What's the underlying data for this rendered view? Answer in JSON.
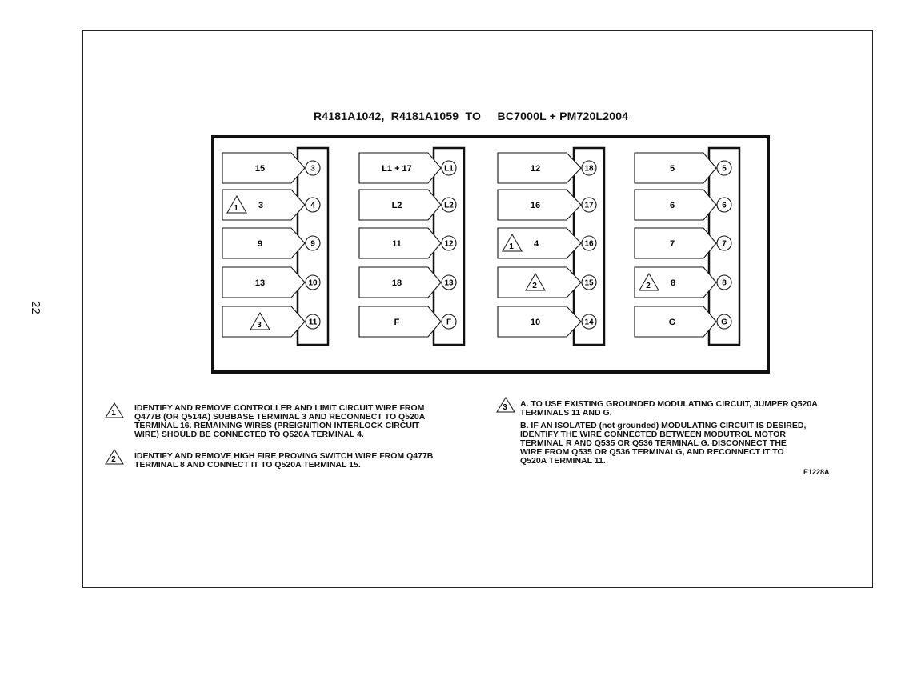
{
  "page_number": "22",
  "title": "R4181A1042,  R4181A1059  TO     BC7000L + PM720L2004",
  "columns": [
    {
      "rows": [
        {
          "tag": "15",
          "sym": "",
          "terminal": "3"
        },
        {
          "tag": "3",
          "sym": "1",
          "terminal": "4"
        },
        {
          "tag": "9",
          "sym": "",
          "terminal": "9"
        },
        {
          "tag": "13",
          "sym": "",
          "terminal": "10"
        },
        {
          "tag": "",
          "sym": "3",
          "terminal": "11"
        }
      ]
    },
    {
      "rows": [
        {
          "tag": "L1 + 17",
          "sym": "",
          "terminal": "L1"
        },
        {
          "tag": "L2",
          "sym": "",
          "terminal": "L2"
        },
        {
          "tag": "11",
          "sym": "",
          "terminal": "12"
        },
        {
          "tag": "18",
          "sym": "",
          "terminal": "13"
        },
        {
          "tag": "F",
          "sym": "",
          "terminal": "F"
        }
      ]
    },
    {
      "rows": [
        {
          "tag": "12",
          "sym": "",
          "terminal": "18"
        },
        {
          "tag": "16",
          "sym": "",
          "terminal": "17"
        },
        {
          "tag": "4",
          "sym": "1",
          "terminal": "16"
        },
        {
          "tag": "",
          "sym": "2",
          "terminal": "15"
        },
        {
          "tag": "10",
          "sym": "",
          "terminal": "14"
        }
      ]
    },
    {
      "rows": [
        {
          "tag": "5",
          "sym": "",
          "terminal": "5"
        },
        {
          "tag": "6",
          "sym": "",
          "terminal": "6"
        },
        {
          "tag": "7",
          "sym": "",
          "terminal": "7"
        },
        {
          "tag": "8",
          "sym": "2",
          "terminal": "8"
        },
        {
          "tag": "G",
          "sym": "",
          "terminal": "G"
        }
      ]
    }
  ],
  "notes": {
    "n1_sym": "1",
    "n1_text": "IDENTIFY AND REMOVE CONTROLLER AND LIMIT CIRCUIT WIRE FROM\nQ477B (OR Q514A) SUBBASE TERMINAL 3 AND RECONNECT TO Q520A\nTERMINAL 16.  REMAINING WIRES (PREIGNITION INTERLOCK CIRCUIT\nWIRE) SHOULD BE CONNECTED TO Q520A TERMINAL 4.",
    "n2_sym": "2",
    "n2_text": "IDENTIFY AND REMOVE HIGH FIRE PROVING SWITCH WIRE FROM Q477B\nTERMINAL 8 AND CONNECT IT TO Q520A TERMINAL 15.",
    "n3_sym": "3",
    "n3a_text": "A. TO USE EXISTING GROUNDED MODULATING CIRCUIT, JUMPER Q520A\n    TERMINALS 11 AND G.",
    "n3b_text": "B. IF AN ISOLATED (not grounded) MODULATING CIRCUIT IS DESIRED,\n    IDENTIFY THE WIRE CONNECTED BETWEEN MODUTROL MOTOR\n    TERMINAL R AND Q535 OR Q536 TERMINAL G.  DISCONNECT THE\n    WIRE FROM Q535 OR Q536 TERMINALG, AND RECONNECT IT TO\n    Q520A TERMINAL 11."
  },
  "drawing_id": "E1228A"
}
